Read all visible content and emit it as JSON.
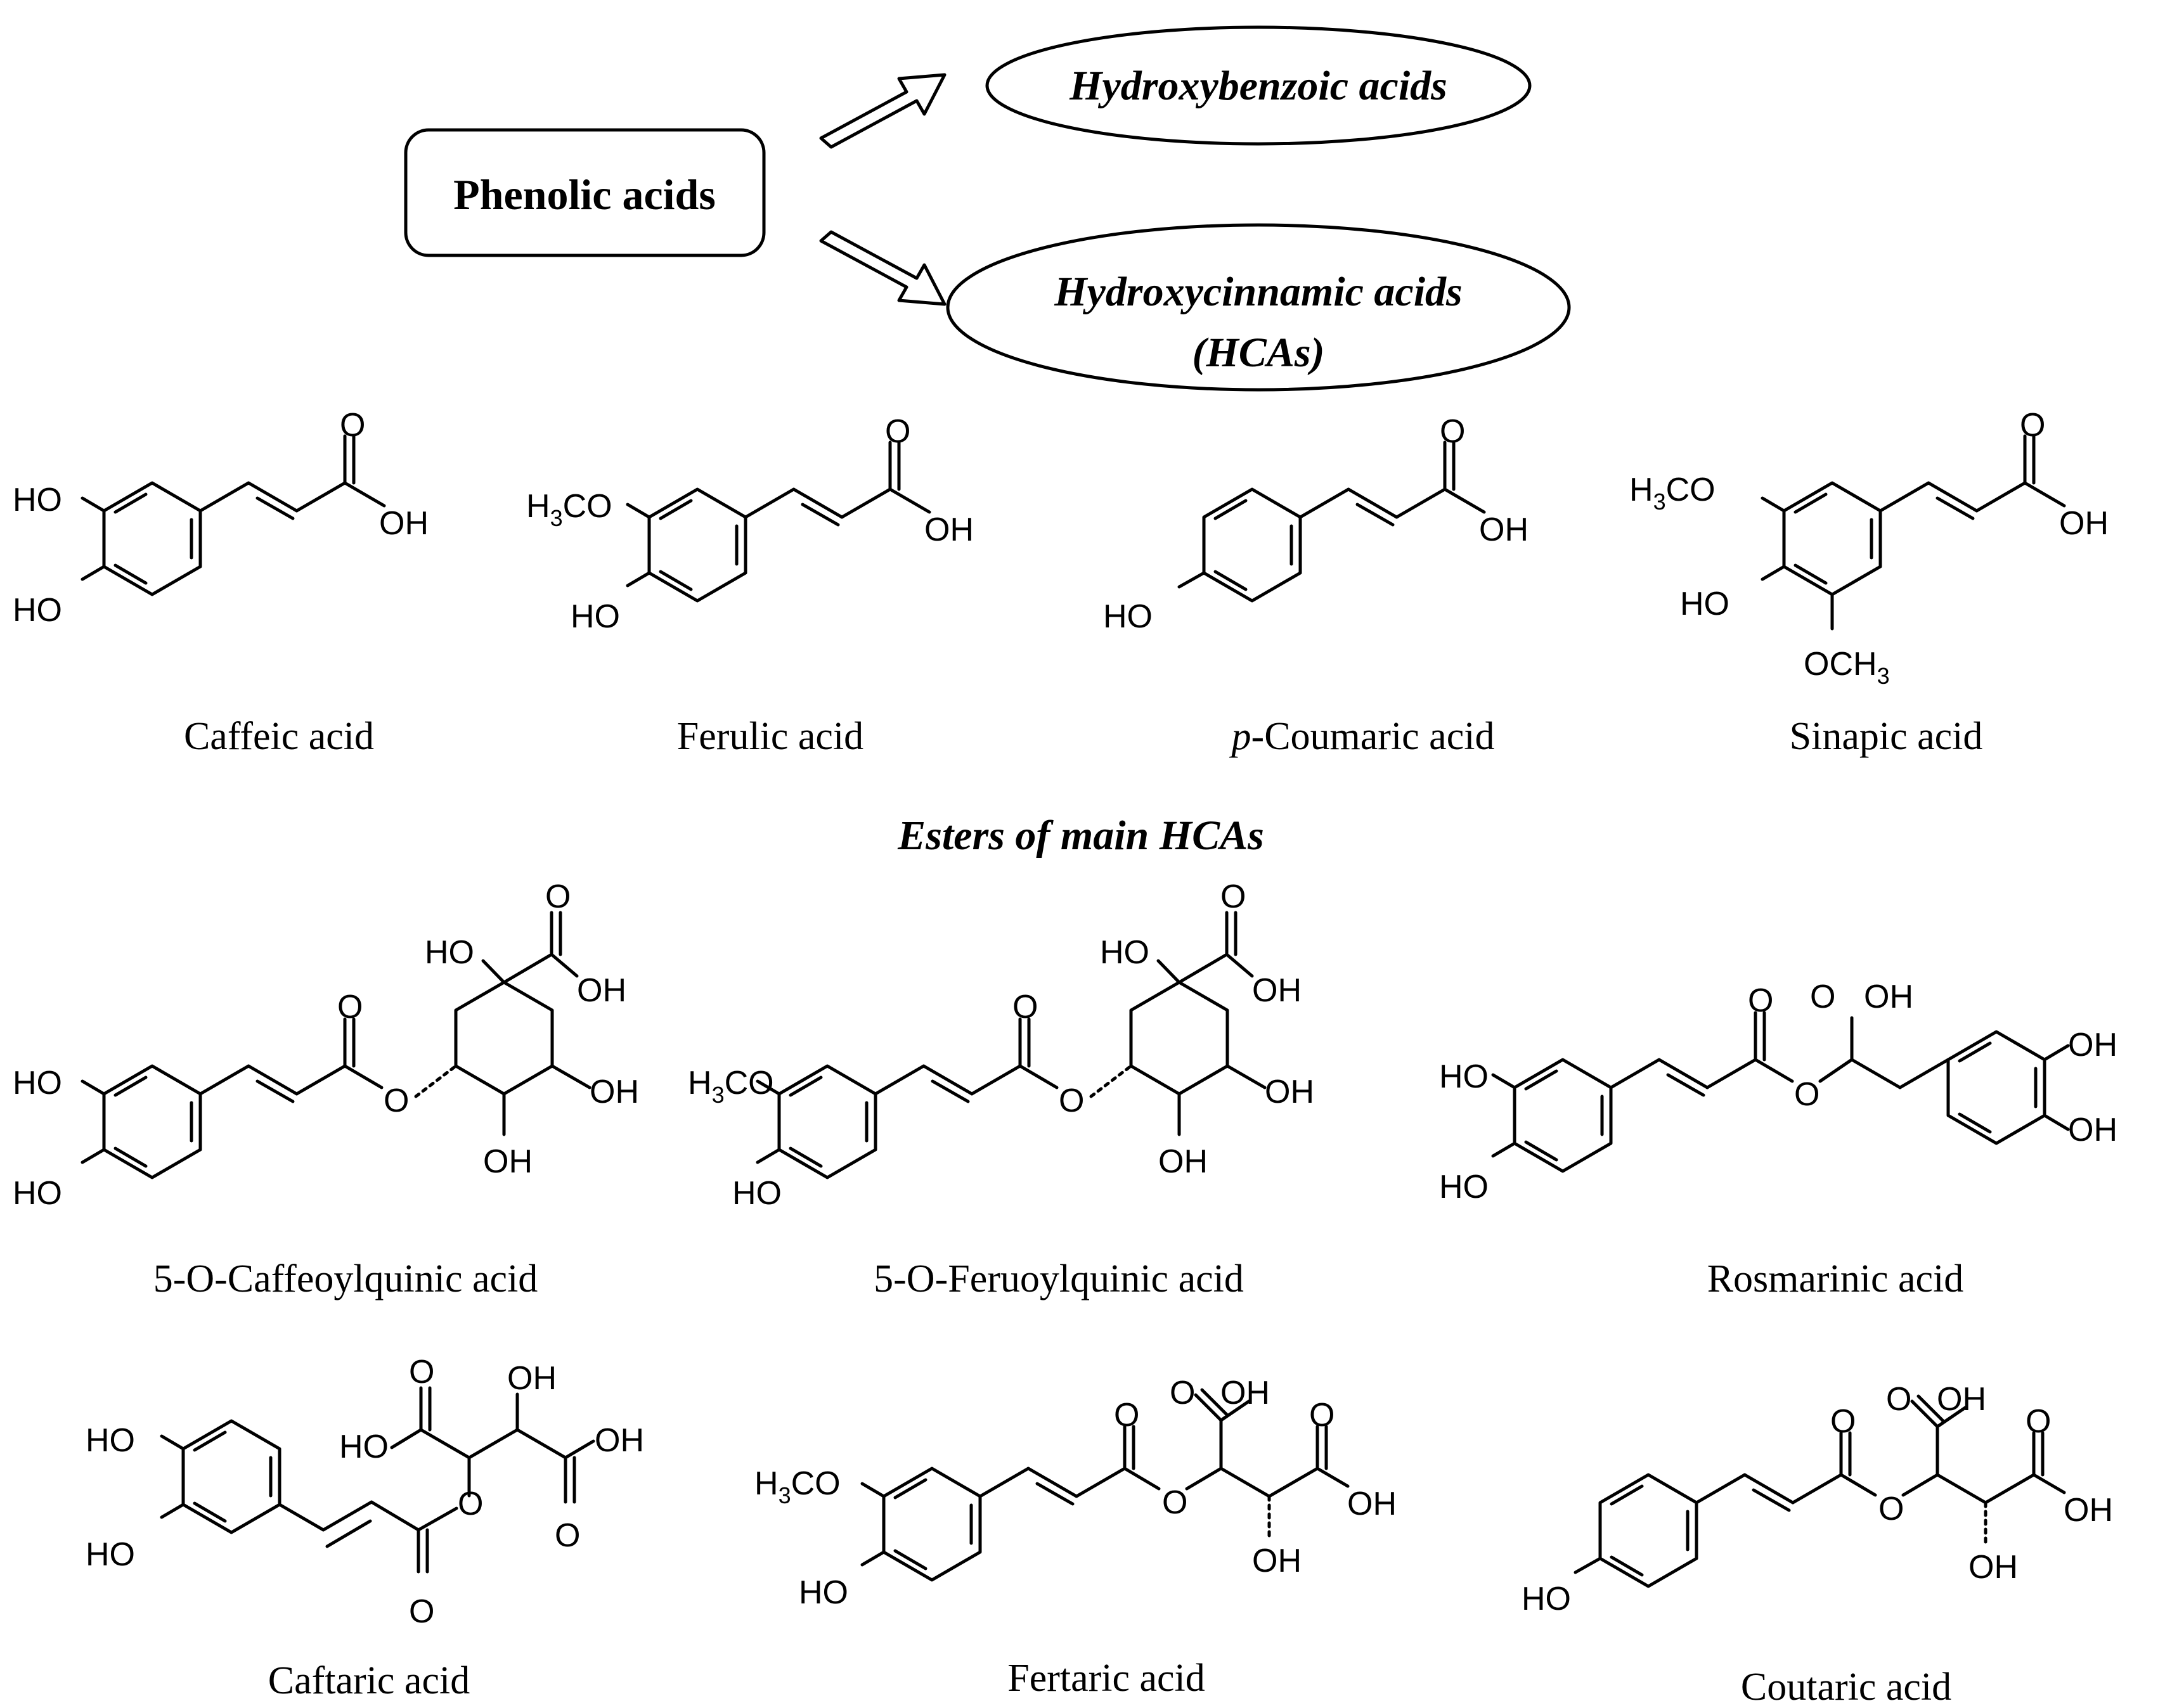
{
  "header": {
    "root_label": "Phenolic acids",
    "branch_1": "Hydroxybenzoic acids",
    "branch_2_line1": "Hydroxycinnamic acids",
    "branch_2_line2": "(HCAs)"
  },
  "section_title": "Esters of main HCAs",
  "atom_labels": {
    "HO": "HO",
    "OH": "OH",
    "O": "O",
    "OCH3_left_prefix": "H",
    "OCH3_left_sub": "3",
    "OCH3_left_suffix": "CO",
    "OCH3_right_prefix": "OCH",
    "OCH3_right_sub": "3"
  },
  "compounds": {
    "caffeic": "Caffeic acid",
    "ferulic": "Ferulic acid",
    "coumaric_prefix": "p",
    "coumaric_rest": "-Coumaric acid",
    "sinapic": "Sinapic acid",
    "caffeoylquinic": "5-O-Caffeoylquinic acid",
    "feruoylquinic": "5-O-Feruoylquinic acid",
    "rosmarinic": "Rosmarinic acid",
    "caftaric": "Caftaric acid",
    "fertaric": "Fertaric acid",
    "coutaric": "Coutaric acid"
  }
}
